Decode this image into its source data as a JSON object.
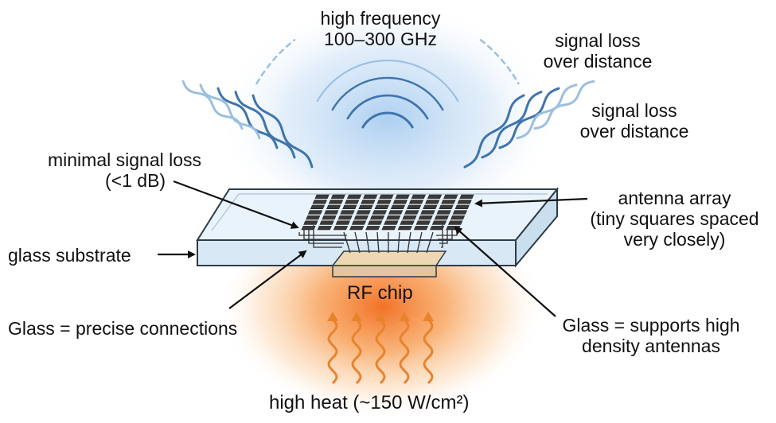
{
  "labels": {
    "freq_line1": "high frequency",
    "freq_line2": "100–300 GHz",
    "loss_a_line1": "signal loss",
    "loss_a_line2": "over distance",
    "loss_b_line1": "signal loss",
    "loss_b_line2": "over distance",
    "minimal_line1": "minimal signal loss",
    "minimal_line2": "(<1 dB)",
    "antenna_line1": "antenna array",
    "antenna_line2": "(tiny squares spaced",
    "antenna_line3": "very closely)",
    "glass_substrate": "glass substrate",
    "rf_chip": "RF chip",
    "precise": "Glass = precise connections",
    "supports_line1": "Glass = supports high",
    "supports_line2": "density antennas",
    "heat": "high heat (~150 W/cm²)"
  },
  "colors": {
    "wave": "#3f74ad",
    "wave_faint": "#9cbfe0",
    "glow_blue": "#a9cdf0",
    "glow_orange": "#f5822a",
    "heat_arrow": "#e8832d",
    "glass_top": "#e9f3fb",
    "glass_front": "#d8e9f5",
    "glass_edge": "#2e3b48",
    "chip": "#e4c69c",
    "pad": "#3a3a3a"
  },
  "icons": [
    "radio-wave-icon",
    "heat-arrow-icon",
    "pointer-arrow-icon"
  ],
  "antenna_grid": {
    "rows": 7,
    "cols": 10
  }
}
